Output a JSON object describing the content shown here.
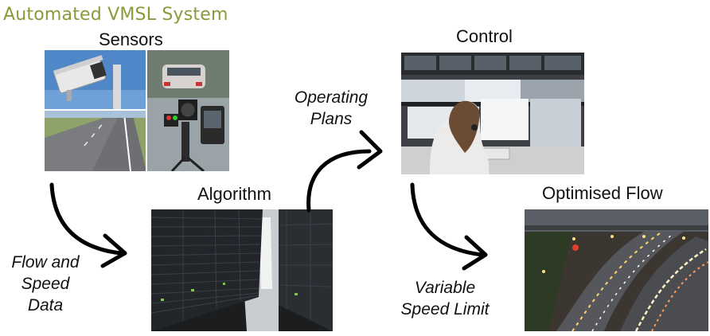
{
  "title": "Automated VMSL System",
  "nodes": {
    "sensors": "Sensors",
    "algorithm": "Algorithm",
    "control": "Control",
    "optimised": "Optimised Flow"
  },
  "edges": {
    "flow_speed": [
      "Flow and",
      "Speed",
      "Data"
    ],
    "operating_plans": [
      "Operating",
      "Plans"
    ],
    "variable_speed": [
      "Variable",
      "Speed Limit"
    ]
  },
  "colors": {
    "title": "#8a9a3a",
    "arrow": "#000000"
  }
}
